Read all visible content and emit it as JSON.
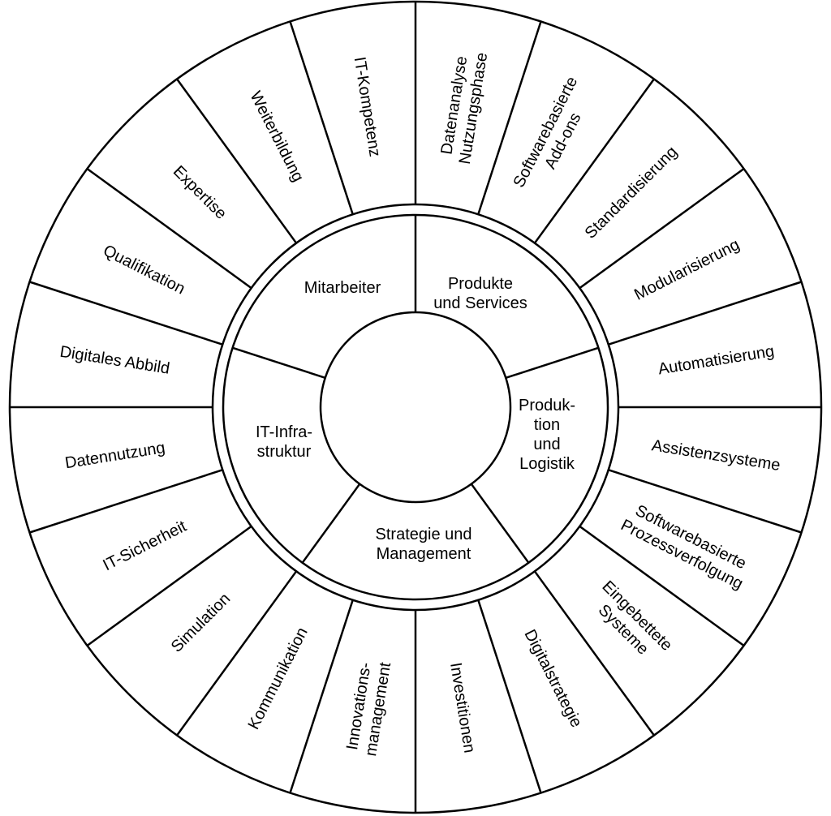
{
  "diagram": {
    "type": "radial-wheel",
    "inner_segments": [
      {
        "id": "mitarbeiter",
        "label_lines": [
          "Mitarbeiter"
        ]
      },
      {
        "id": "produkte",
        "label_lines": [
          "Produkte",
          "und Services"
        ]
      },
      {
        "id": "produktion",
        "label_lines": [
          "Produk-",
          "tion",
          "und",
          "Logistik"
        ]
      },
      {
        "id": "strategie",
        "label_lines": [
          "Strategie und",
          "Management"
        ]
      },
      {
        "id": "it-infrastruktur",
        "label_lines": [
          "IT-Infra-",
          "struktur"
        ]
      }
    ],
    "outer_segments": [
      {
        "id": "it-kompetenz",
        "group": "mitarbeiter",
        "label_lines": [
          "IT-Kompetenz"
        ]
      },
      {
        "id": "datenanalyse",
        "group": "produkte",
        "label_lines": [
          "Datenanalyse",
          "Nutzungsphase"
        ]
      },
      {
        "id": "softwarebasierte-addons",
        "group": "produkte",
        "label_lines": [
          "Softwarebasierte",
          "Add-ons"
        ]
      },
      {
        "id": "standardisierung",
        "group": "produkte",
        "label_lines": [
          "Standardisierung"
        ]
      },
      {
        "id": "modularisierung",
        "group": "produkte",
        "label_lines": [
          "Modularisierung"
        ]
      },
      {
        "id": "automatisierung",
        "group": "produktion",
        "label_lines": [
          "Automatisierung"
        ]
      },
      {
        "id": "assistenzsysteme",
        "group": "produktion",
        "label_lines": [
          "Assistenzsysteme"
        ]
      },
      {
        "id": "prozessverfolgung",
        "group": "produktion",
        "label_lines": [
          "Softwarebasierte",
          "Prozessverfolgung"
        ]
      },
      {
        "id": "eingebettete-systeme",
        "group": "produktion",
        "label_lines": [
          "Eingebettete",
          "Systeme"
        ]
      },
      {
        "id": "digitalstrategie",
        "group": "strategie",
        "label_lines": [
          "Digitalstrategie"
        ]
      },
      {
        "id": "investitionen",
        "group": "strategie",
        "label_lines": [
          "Investitionen"
        ]
      },
      {
        "id": "innovationsmanagement",
        "group": "strategie",
        "label_lines": [
          "Innovations-",
          "management"
        ]
      },
      {
        "id": "kommunikation",
        "group": "strategie",
        "label_lines": [
          "Kommunikation"
        ]
      },
      {
        "id": "simulation",
        "group": "it-infrastruktur",
        "label_lines": [
          "Simulation"
        ]
      },
      {
        "id": "it-sicherheit",
        "group": "it-infrastruktur",
        "label_lines": [
          "IT-Sicherheit"
        ]
      },
      {
        "id": "datennutzung",
        "group": "it-infrastruktur",
        "label_lines": [
          "Datennutzung"
        ]
      },
      {
        "id": "digitales-abbild",
        "group": "it-infrastruktur",
        "label_lines": [
          "Digitales Abbild"
        ]
      },
      {
        "id": "qualifikation",
        "group": "mitarbeiter",
        "label_lines": [
          "Qualifikation"
        ]
      },
      {
        "id": "expertise",
        "group": "mitarbeiter",
        "label_lines": [
          "Expertise"
        ]
      },
      {
        "id": "weiterbildung",
        "group": "mitarbeiter",
        "label_lines": [
          "Weiterbildung"
        ]
      }
    ]
  }
}
